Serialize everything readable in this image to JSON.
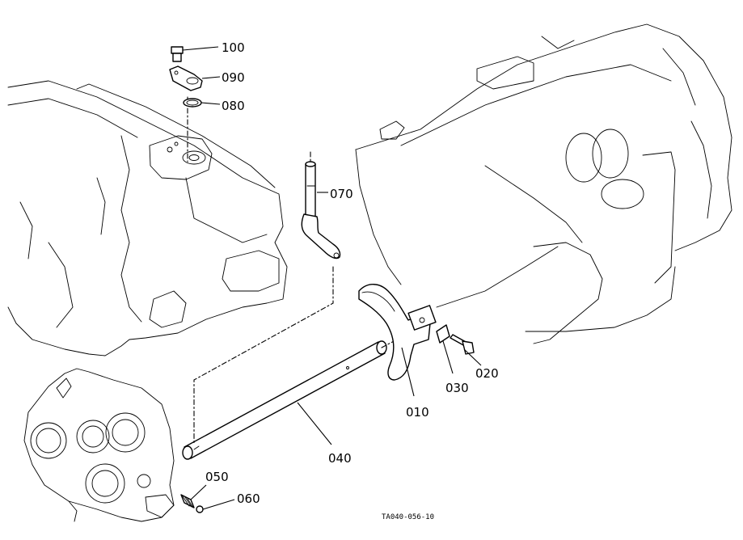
{
  "parts": [
    {
      "id": "p100",
      "label": "100"
    },
    {
      "id": "p090",
      "label": "090"
    },
    {
      "id": "p080",
      "label": "080"
    },
    {
      "id": "p070",
      "label": "070"
    },
    {
      "id": "p010",
      "label": "010"
    },
    {
      "id": "p020",
      "label": "020"
    },
    {
      "id": "p030",
      "label": "030"
    },
    {
      "id": "p040",
      "label": "040"
    },
    {
      "id": "p050",
      "label": "050"
    },
    {
      "id": "p060",
      "label": "060"
    }
  ],
  "drawing_ref": "TA040-056-10"
}
